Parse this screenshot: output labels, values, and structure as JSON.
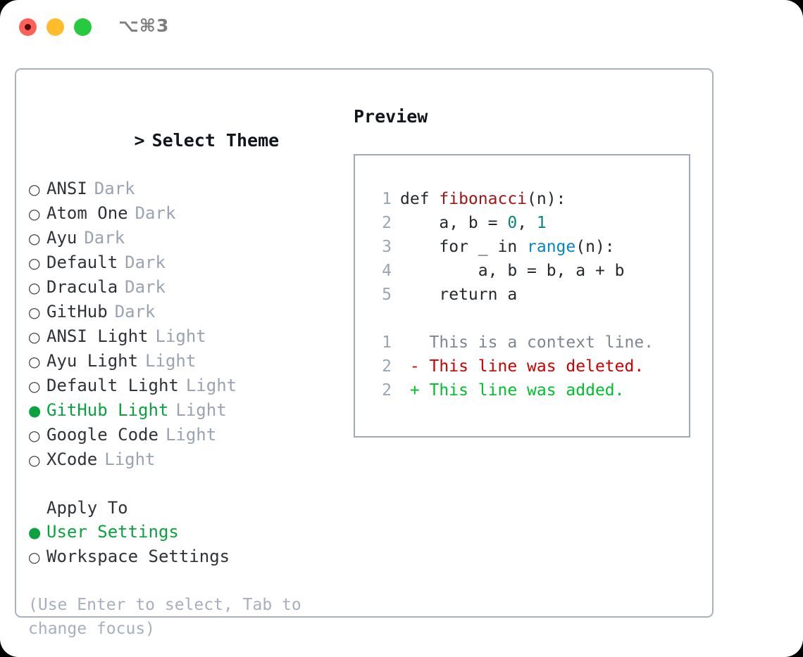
{
  "titlebar": {
    "shortcut": "⌥⌘3",
    "buttons": [
      {
        "name": "close",
        "color": "#ff5f56"
      },
      {
        "name": "minimize",
        "color": "#ffbd2e"
      },
      {
        "name": "maximize",
        "color": "#27c93f"
      }
    ]
  },
  "theme_panel": {
    "caret": ">",
    "heading": "Select Theme",
    "bullet_off": "○",
    "bullet_on": "●",
    "themes": [
      {
        "name": "ANSI",
        "suffix": "Dark",
        "selected": false
      },
      {
        "name": "Atom One",
        "suffix": "Dark",
        "selected": false
      },
      {
        "name": "Ayu",
        "suffix": "Dark",
        "selected": false
      },
      {
        "name": "Default",
        "suffix": "Dark",
        "selected": false
      },
      {
        "name": "Dracula",
        "suffix": "Dark",
        "selected": false
      },
      {
        "name": "GitHub",
        "suffix": "Dark",
        "selected": false
      },
      {
        "name": "ANSI Light",
        "suffix": "Light",
        "selected": false
      },
      {
        "name": "Ayu Light",
        "suffix": "Light",
        "selected": false
      },
      {
        "name": "Default Light",
        "suffix": "Light",
        "selected": false
      },
      {
        "name": "GitHub Light",
        "suffix": "Light",
        "selected": true
      },
      {
        "name": "Google Code",
        "suffix": "Light",
        "selected": false
      },
      {
        "name": "XCode",
        "suffix": "Light",
        "selected": false
      }
    ]
  },
  "apply_to": {
    "heading": "Apply To",
    "options": [
      {
        "name": "User Settings",
        "selected": true
      },
      {
        "name": "Workspace Settings",
        "selected": false
      }
    ]
  },
  "hint": "(Use Enter to select, Tab to change focus)",
  "preview": {
    "heading": "Preview",
    "code_lines": [
      {
        "no": "1",
        "segments": [
          {
            "t": "def ",
            "c": "plain"
          },
          {
            "t": "fibonacci",
            "c": "fn"
          },
          {
            "t": "(n):",
            "c": "plain"
          }
        ]
      },
      {
        "no": "2",
        "segments": [
          {
            "t": "    a, b = ",
            "c": "plain"
          },
          {
            "t": "0",
            "c": "num"
          },
          {
            "t": ", ",
            "c": "plain"
          },
          {
            "t": "1",
            "c": "num"
          }
        ]
      },
      {
        "no": "3",
        "segments": [
          {
            "t": "    for _ in ",
            "c": "plain"
          },
          {
            "t": "range",
            "c": "call"
          },
          {
            "t": "(n):",
            "c": "plain"
          }
        ]
      },
      {
        "no": "4",
        "segments": [
          {
            "t": "        a, b = b, a + b",
            "c": "plain"
          }
        ]
      },
      {
        "no": "5",
        "segments": [
          {
            "t": "    return a",
            "c": "plain"
          }
        ]
      }
    ],
    "diff_lines": [
      {
        "no": "1",
        "marker": " ",
        "text": "This is a context line.",
        "kind": "ctx"
      },
      {
        "no": "2",
        "marker": "-",
        "text": "This line was deleted.",
        "kind": "del"
      },
      {
        "no": "2",
        "marker": "+",
        "text": "This line was added.",
        "kind": "add"
      }
    ]
  },
  "colors": {
    "accent_green": "#0aa23f",
    "muted": "#99a3b2",
    "hint": "#a6afbd",
    "border": "#a8b2be",
    "diff_add": "#00bf2e",
    "diff_del": "#cc0000",
    "syntax_fn": "#a31515",
    "syntax_num": "#098678",
    "syntax_call": "#0a84c1"
  }
}
